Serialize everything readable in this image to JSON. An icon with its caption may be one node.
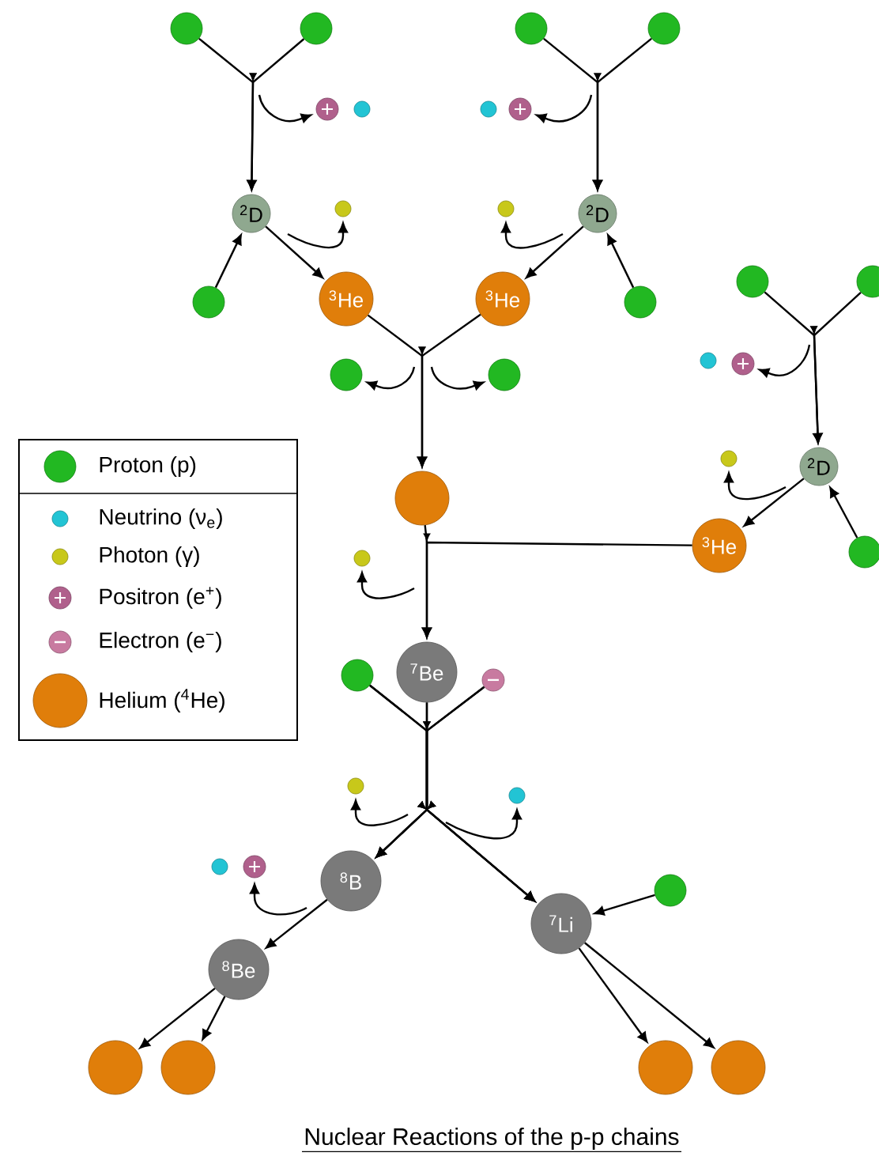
{
  "diagram": {
    "caption": "Nuclear Reactions of the p-p chains",
    "nodes": [
      {
        "text": [],
        "shape": "circle"
      },
      {
        "text": [],
        "shape": "circle"
      },
      {
        "text": [],
        "shape": "circle"
      },
      {
        "text": [],
        "shape": "circle"
      },
      {
        "text": [
          "$^{2}$D"
        ]
      },
      {
        "text": [],
        "shape": "circle"
      },
      {
        "text": [],
        "shape": "circle"
      },
      {
        "text": [
          "$^{3}$He"
        ]
      },
      {
        "text": [],
        "shape": "circle"
      },
      {
        "text": [],
        "shape": "circle"
      },
      {
        "text": [],
        "shape": "circle"
      },
      {
        "text": [],
        "shape": "circle"
      },
      {
        "text": [
          "$^{2}$D"
        ]
      },
      {
        "text": [],
        "shape": "circle"
      },
      {
        "text": [
          "$^{3}$He"
        ]
      },
      {
        "text": [],
        "shape": "circle"
      },
      {
        "text": [],
        "shape": "circle"
      },
      {
        "text": [],
        "shape": "circle"
      },
      {
        "text": [],
        "shape": "circle"
      },
      {
        "text": [],
        "shape": "circle"
      },
      {
        "text": [],
        "shape": "circle"
      },
      {
        "text": [],
        "shape": "circle"
      },
      {
        "text": [],
        "shape": "circle"
      },
      {
        "text": [
          "$^{2}$D"
        ]
      },
      {
        "text": [],
        "shape": "circle"
      },
      {
        "text": [
          "$^{3}$He"
        ]
      },
      {
        "text": [],
        "shape": "circle"
      },
      {
        "text": [],
        "shape": "circle"
      },
      {
        "text": [
          "$^{7}$Be"
        ]
      },
      {
        "text": [],
        "shape": "circle"
      },
      {
        "text": [],
        "shape": "circle"
      },
      {
        "text": [],
        "shape": "circle"
      },
      {
        "text": [],
        "shape": "circle"
      },
      {
        "text": [
          "$^{8}$B"
        ]
      },
      {
        "text": [
          "$^{7}$Li"
        ]
      },
      {
        "text": [],
        "shape": "circle"
      },
      {
        "text": [],
        "shape": "circle"
      },
      {
        "text": [
          "$^{8}$Be"
        ]
      },
      {
        "text": [],
        "shape": "circle"
      },
      {
        "text": [],
        "shape": "circle"
      },
      {
        "text": [],
        "shape": "circle"
      },
      {
        "text": [],
        "shape": "circle"
      },
      {
        "text": [],
        "shape": "circle"
      }
    ],
    "edges": [
      {
        "from": 0,
        "to": 4,
        "arrow": "to"
      },
      {
        "from": 1,
        "to": 4,
        "arrow": "to"
      },
      {
        "from": null,
        "to": 2,
        "arrow": "to"
      },
      {
        "from": 6,
        "to": 4,
        "arrow": "to"
      },
      {
        "from": 4,
        "to": 7,
        "arrow": "to"
      },
      {
        "from": null,
        "to": 5,
        "arrow": "to"
      },
      {
        "from": 8,
        "to": 12,
        "arrow": "to"
      },
      {
        "from": 9,
        "to": 12,
        "arrow": "to"
      },
      {
        "from": null,
        "to": 11,
        "arrow": "to"
      },
      {
        "from": 15,
        "to": 12,
        "arrow": "to"
      },
      {
        "from": 12,
        "to": 14,
        "arrow": "to"
      },
      {
        "from": null,
        "to": 13,
        "arrow": "to"
      },
      {
        "from": 7,
        "to": 18,
        "arrow": "to"
      },
      {
        "from": 14,
        "to": 18,
        "arrow": "to"
      },
      {
        "from": null,
        "to": 16,
        "arrow": "to"
      },
      {
        "from": null,
        "to": 17,
        "arrow": "to"
      },
      {
        "from": 19,
        "to": 23,
        "arrow": "to"
      },
      {
        "from": 20,
        "to": 23,
        "arrow": "to"
      },
      {
        "from": null,
        "to": 22,
        "arrow": "to"
      },
      {
        "from": 26,
        "to": 23,
        "arrow": "to"
      },
      {
        "from": 23,
        "to": 25,
        "arrow": "to"
      },
      {
        "from": null,
        "to": 24,
        "arrow": "to"
      },
      {
        "from": 18,
        "to": 28,
        "arrow": "to"
      },
      {
        "from": 25,
        "to": 28,
        "arrow": "to"
      },
      {
        "from": null,
        "to": 27,
        "arrow": "to"
      },
      {
        "from": 28,
        "to": 33,
        "arrow": "to"
      },
      {
        "from": 28,
        "to": 34,
        "arrow": "to"
      },
      {
        "from": 29,
        "to": 33,
        "arrow": "to"
      },
      {
        "from": 29,
        "to": 34,
        "arrow": "to"
      },
      {
        "from": 30,
        "to": 33,
        "arrow": "to"
      },
      {
        "from": 30,
        "to": 34,
        "arrow": "to"
      },
      {
        "from": null,
        "to": 31,
        "arrow": "to"
      },
      {
        "from": null,
        "to": 32,
        "arrow": "to"
      },
      {
        "from": 33,
        "to": 37,
        "arrow": "to"
      },
      {
        "from": null,
        "to": 36,
        "arrow": "to"
      },
      {
        "from": 38,
        "to": 34,
        "arrow": "to"
      },
      {
        "from": 37,
        "to": 39,
        "arrow": "to"
      },
      {
        "from": 37,
        "to": 40,
        "arrow": "to"
      },
      {
        "from": 34,
        "to": 41,
        "arrow": "to"
      },
      {
        "from": 34,
        "to": 42,
        "arrow": "to"
      }
    ],
    "legend": [
      {
        "text": "Proton (p)",
        "color": "#22b822"
      },
      {
        "text": "Neutrino (ν$_{e}$)",
        "color": "#22c4d4"
      },
      {
        "text": "Photon (γ)",
        "color": "#c8c81a"
      },
      {
        "text": "Positron (e$^{+}$)",
        "color": "#b0608c"
      },
      {
        "text": "Electron (e$^{−}$)",
        "color": "#c87aa0"
      },
      {
        "text": "Helium ($^{4}$He)",
        "color": "#e07e0a"
      }
    ]
  }
}
